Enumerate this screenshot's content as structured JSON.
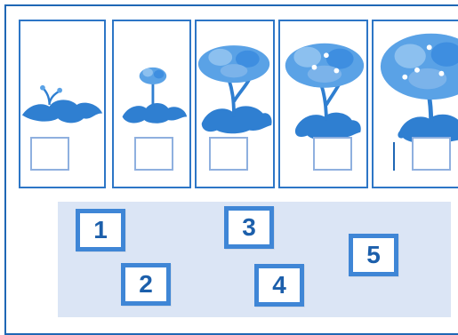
{
  "worksheet": {
    "stages": [
      {
        "id": "stage-1",
        "answer": ""
      },
      {
        "id": "stage-2",
        "answer": ""
      },
      {
        "id": "stage-3",
        "answer": ""
      },
      {
        "id": "stage-4",
        "answer": ""
      },
      {
        "id": "stage-5",
        "answer": ""
      }
    ],
    "number_tiles": [
      "1",
      "2",
      "3",
      "4",
      "5"
    ],
    "colors": {
      "frame": "#1f67b5",
      "tree": "#2f7fd1",
      "tray": "#dbe5f5",
      "tile_border": "#3f86d6",
      "digit": "#1c5fab"
    }
  }
}
